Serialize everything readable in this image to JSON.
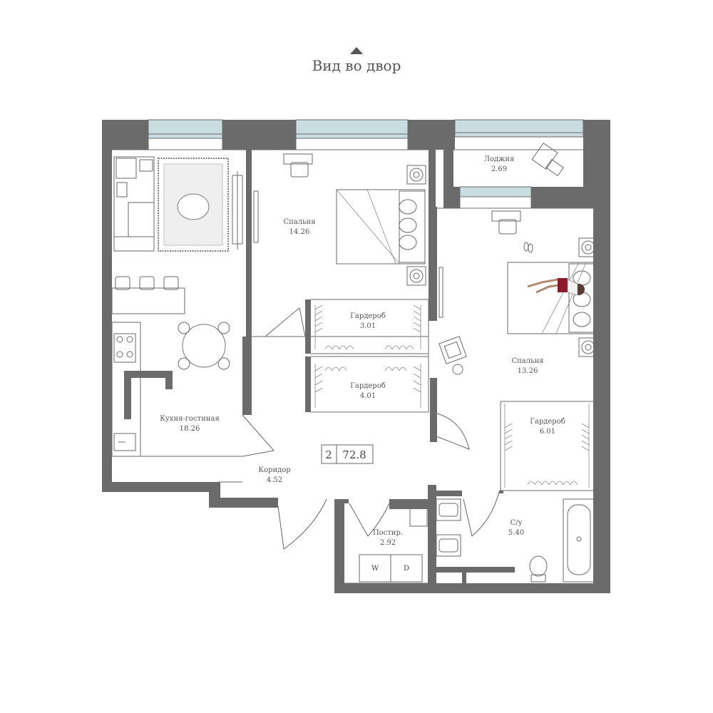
{
  "orientation": {
    "label": "Вид во двор",
    "arrow_icon": "triangle-up-icon"
  },
  "badge": {
    "rooms": "2",
    "area": "72.8"
  },
  "rooms": {
    "kitchen": {
      "name": "Кухня-гостиная",
      "area": "18.26"
    },
    "bedroom1": {
      "name": "Спальня",
      "area": "14.26"
    },
    "loggia": {
      "name": "Лоджия",
      "area": "2.69"
    },
    "wardrobe1": {
      "name": "Гардероб",
      "area": "3.01"
    },
    "wardrobe2": {
      "name": "Гардероб",
      "area": "4.01"
    },
    "bedroom2": {
      "name": "Спальня",
      "area": "13.26"
    },
    "wardrobe3": {
      "name": "Гардероб",
      "area": "6.01"
    },
    "corridor": {
      "name": "Коридор",
      "area": "4.52"
    },
    "laundry": {
      "name": "Постир.",
      "area": "2.92"
    },
    "bathroom": {
      "name": "С/у",
      "area": "5.40"
    }
  },
  "appliances": {
    "washer": "W",
    "dryer": "D"
  },
  "colors": {
    "wall": "#6b6b6b",
    "window": "#c9dde0",
    "accent_figure": "#8b1a2b"
  }
}
